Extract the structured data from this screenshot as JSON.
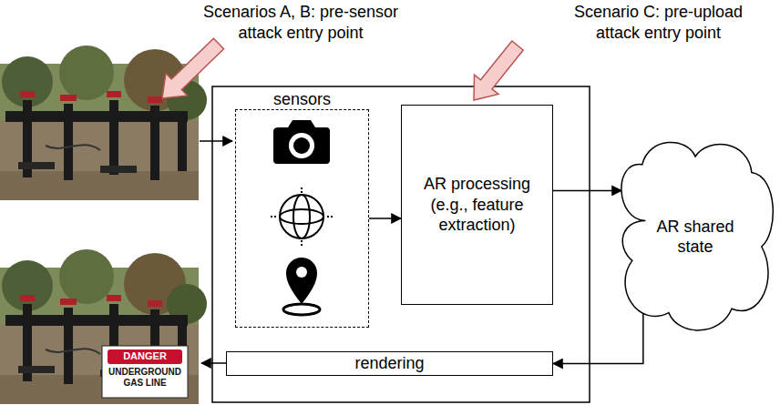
{
  "diagram": {
    "nodes": [
      {
        "text": [
          "sensors"
        ]
      },
      {
        "text": [
          "AR processing (e.g., feature extraction)"
        ]
      },
      {
        "text": [
          "AR shared state"
        ]
      },
      {
        "text": [
          "rendering"
        ]
      }
    ],
    "edges": [
      {
        "from": 0,
        "to": 1,
        "arrow": "to"
      },
      {
        "from": 1,
        "to": 2,
        "arrow": "to"
      },
      {
        "from": 2,
        "to": 3,
        "arrow": "to"
      }
    ],
    "labels": [
      "Scenarios A, B: pre-sensor attack entry point",
      "Scenario C: pre-upload attack entry point",
      "DANGER",
      "UNDERGROUND GAS LINE"
    ]
  }
}
